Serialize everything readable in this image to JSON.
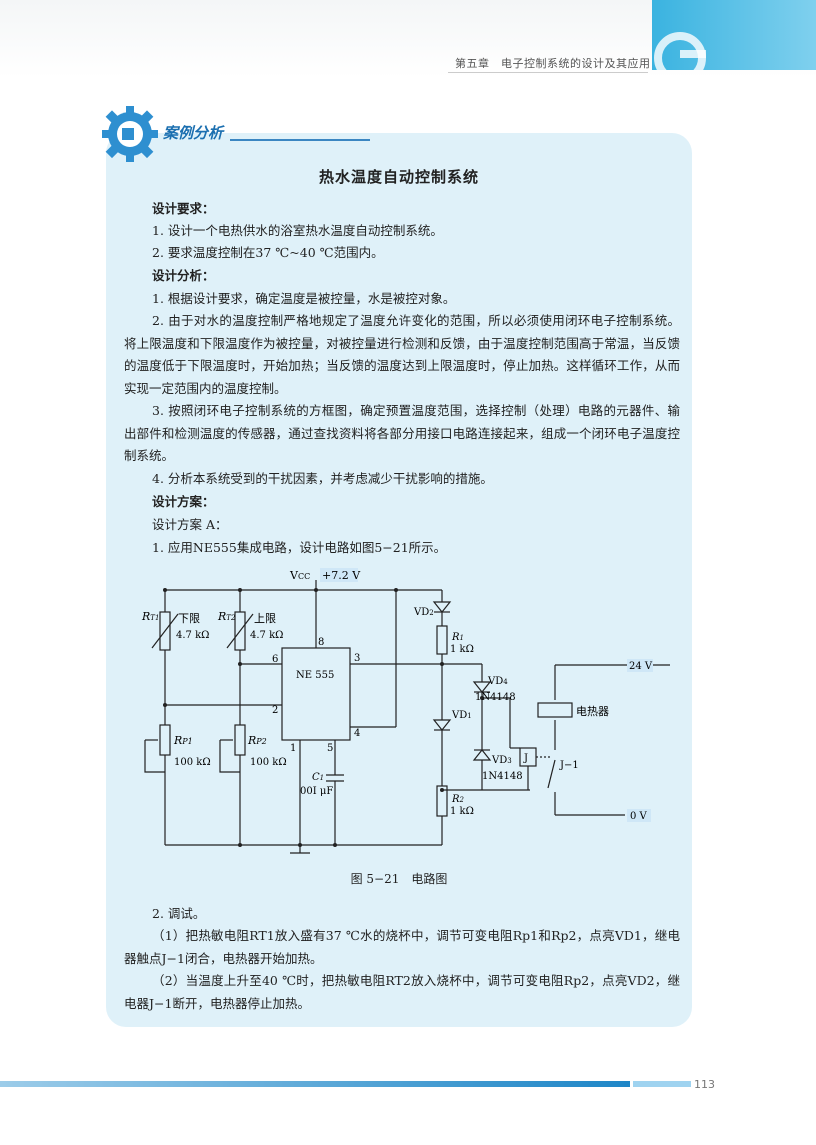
{
  "header": {
    "chapter": "第五章　电子控制系统的设计及其应用"
  },
  "case": {
    "label": "案例分析"
  },
  "title": "热水温度自动控制系统",
  "paragraphs": [
    {
      "text": "设计要求：",
      "heading": true
    },
    {
      "text": "1. 设计一个电热供水的浴室热水温度自动控制系统。"
    },
    {
      "text": "2. 要求温度控制在37 ℃~40 ℃范围内。"
    },
    {
      "text": "设计分析：",
      "heading": true
    },
    {
      "text": "1. 根据设计要求，确定温度是被控量，水是被控对象。"
    },
    {
      "text": "2. 由于对水的温度控制严格地规定了温度允许变化的范围，所以必须使用闭环电子控制系统。将上限温度和下限温度作为被控量，对被控量进行检测和反馈，由于温度控制范围高于常温，当反馈的温度低于下限温度时，开始加热；当反馈的温度达到上限温度时，停止加热。这样循环工作，从而实现一定范围内的温度控制。"
    },
    {
      "text": "3. 按照闭环电子控制系统的方框图，确定预置温度范围，选择控制（处理）电路的元器件、输出部件和检测温度的传感器，通过查找资料将各部分用接口电路连接起来，组成一个闭环电子温度控制系统。"
    },
    {
      "text": "4. 分析本系统受到的干扰因素，并考虑减少干扰影响的措施。"
    },
    {
      "text": "设计方案：",
      "heading": true
    },
    {
      "text": "设计方案 A："
    },
    {
      "text": "1. 应用NE555集成电路，设计电路如图5−21所示。"
    }
  ],
  "circuit": {
    "vcc": "V",
    "vcc_sub": "CC",
    "vcc_value": "+7.2 V",
    "rt1": "R",
    "rt1_sub": "T1",
    "rt1_label": "下限",
    "rt1_value": "4.7 kΩ",
    "rt2": "R",
    "rt2_sub": "T2",
    "rt2_label": "上限",
    "rt2_value": "4.7 kΩ",
    "rp1": "R",
    "rp1_sub": "P1",
    "rp1_value": "100 kΩ",
    "rp2": "R",
    "rp2_sub": "P2",
    "rp2_value": "100 kΩ",
    "ic": "NE 555",
    "pins": [
      "8",
      "6",
      "3",
      "2",
      "4",
      "1",
      "5"
    ],
    "c1": "C",
    "c1_sub": "1",
    "c1_value": "00I μF",
    "vd2": "VD",
    "vd2_sub": "2",
    "r1": "R",
    "r1_sub": "1",
    "r1_value": "1 kΩ",
    "vd4": "VD",
    "vd4_sub": "4",
    "vd4_model": "1N4148",
    "vd1": "VD",
    "vd1_sub": "1",
    "vd3": "VD",
    "vd3_sub": "3",
    "vd3_model": "1N4148",
    "r2": "R",
    "r2_sub": "2",
    "r2_value": "1 kΩ",
    "relay": "J",
    "heater": "电热器",
    "contact": "J−1",
    "v24": "24 V",
    "v0": "0 V"
  },
  "caption": "图 5−21　电路图",
  "paragraphs2": [
    {
      "text": "2. 调试。"
    },
    {
      "text": "（1）把热敏电阻RT1放入盛有37 ℃水的烧杯中，调节可变电阻Rp1和Rp2，点亮VD1，继电器触点J−1闭合，电热器开始加热。"
    },
    {
      "text": "（2）当温度上升至40 ℃时，把热敏电阻RT2放入烧杯中，调节可变电阻Rp2，点亮VD2，继电器J−1断开，电热器停止加热。"
    }
  ],
  "page_number": "113"
}
